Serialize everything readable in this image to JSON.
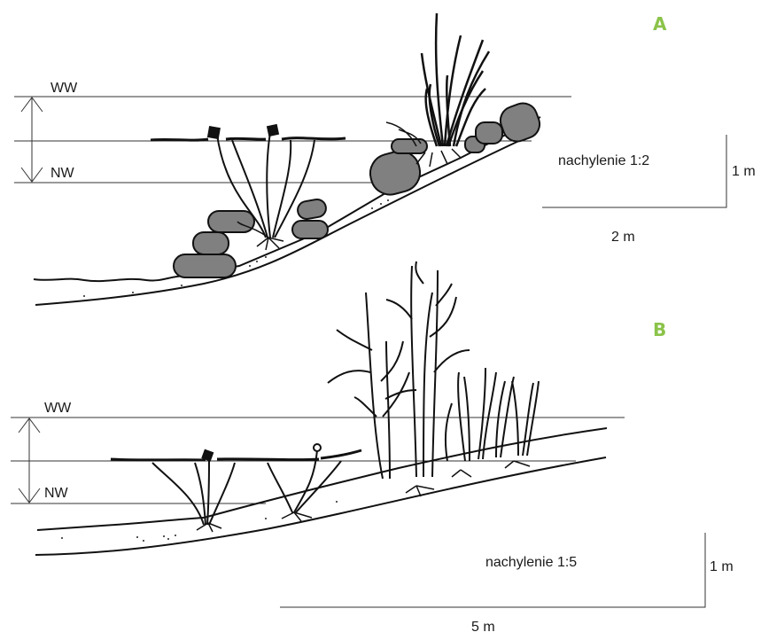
{
  "colors": {
    "panel_label": "#8bc34a",
    "ink": "#111111",
    "stone_fill": "#808080",
    "line": "#333333"
  },
  "panel_a": {
    "label": "A",
    "high_water": "WW",
    "low_water": "NW",
    "slope_text": "nachylenie 1:2",
    "vertical_scale": "1 m",
    "horizontal_scale": "2 m"
  },
  "panel_b": {
    "label": "B",
    "high_water": "WW",
    "low_water": "NW",
    "slope_text": "nachylenie 1:5",
    "vertical_scale": "1 m",
    "horizontal_scale": "5 m"
  },
  "icons": [
    "stone-icon",
    "reed-icon",
    "water-lily-icon",
    "willow-icon",
    "up-arrow-icon",
    "down-arrow-icon"
  ]
}
